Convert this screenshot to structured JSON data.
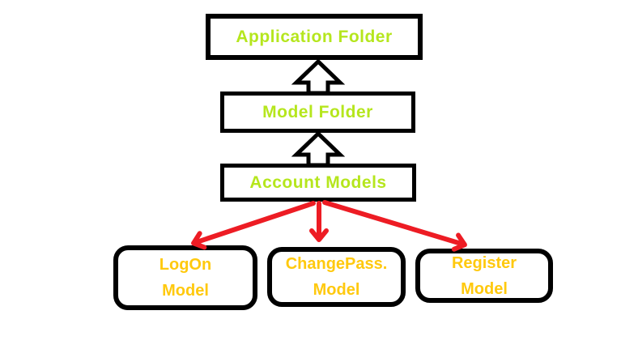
{
  "colors": {
    "background": "#FFFFFF",
    "border_black": "#000000",
    "folder_label": "#B5E61D",
    "model_label": "#FFC90E",
    "connector_red": "#ED1C24",
    "block_arrow_fill": "#FFFFFF"
  },
  "nodes": {
    "application_folder": {
      "label": "Application Folder"
    },
    "model_folder": {
      "label": "Model Folder"
    },
    "account_models": {
      "label": "Account Models"
    },
    "logon_model": {
      "line1": "LogOn",
      "line2": "Model"
    },
    "changepass_model": {
      "line1": "ChangePass.",
      "line2": "Model"
    },
    "register_model": {
      "line1": "Register",
      "line2": "Model"
    }
  },
  "connectors": {
    "up_block_arrows": [
      "model-folder-to-application-folder",
      "account-models-to-model-folder"
    ],
    "red_arrows": [
      "account-models-to-logon-model",
      "account-models-to-changepass-model",
      "account-models-to-register-model"
    ]
  }
}
